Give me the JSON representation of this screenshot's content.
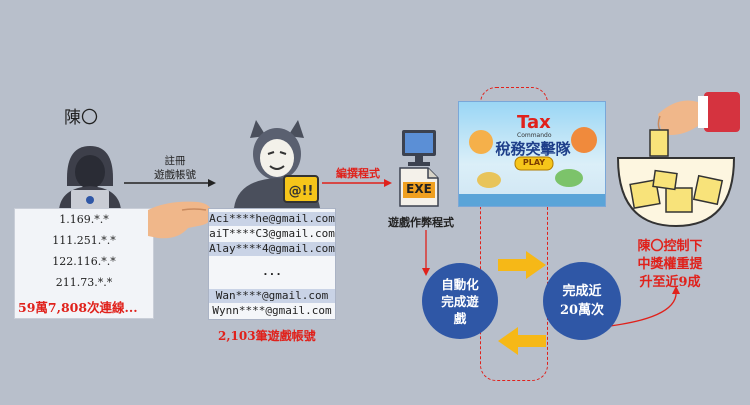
{
  "suspect": {
    "name": "陳〇"
  },
  "register": {
    "line1": "註冊",
    "line2": "遊戲帳號"
  },
  "ips": [
    "1.169.*.*",
    "111.251.*.*",
    "122.116.*.*",
    "211.73.*.*"
  ],
  "ip_total": "59萬7,808次連線...",
  "emails_top": [
    "Aci****he@gmail.com",
    "aiT****C3@gmail.com",
    "Alay****4@gmail.com"
  ],
  "ellipsis": "...",
  "emails_bottom": [
    "Wan****@gmail.com",
    "Wynn****@gmail.com"
  ],
  "accounts_count": "2,103筆遊戲帳號",
  "write_program": "編撰程式",
  "exe_label": "EXE",
  "cheat_program": "遊戲作弊程式",
  "game": {
    "logo": "Tax",
    "logo_sub": "Commando",
    "title": "稅務突擊隊",
    "play": "PLAY"
  },
  "auto_circle": {
    "line1": "自動化",
    "line2": "完成遊",
    "line3": "戲"
  },
  "count_circle": {
    "line1": "完成近",
    "line2": "20萬次"
  },
  "result": {
    "line1": "陳〇控制下",
    "line2": "中獎權重提",
    "line3": "升至近9成"
  },
  "colors": {
    "red": "#e0211b",
    "blue": "#2f57a6",
    "arrow_yellow": "#f6b817"
  }
}
